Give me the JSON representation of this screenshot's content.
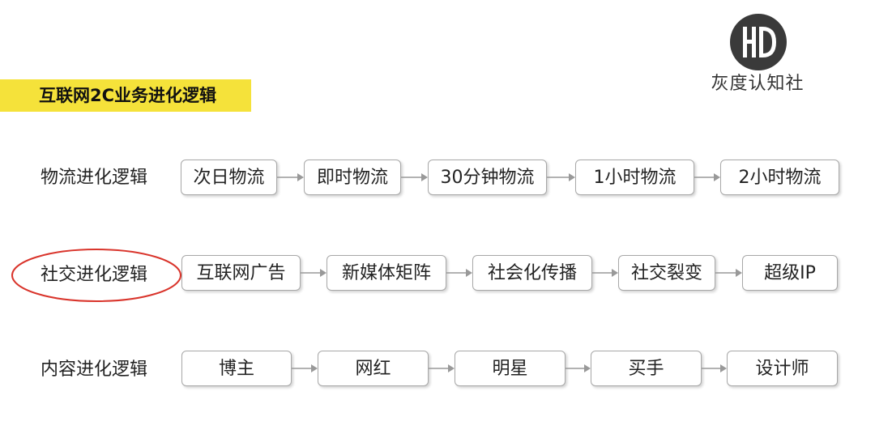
{
  "header": {
    "title": "互联网2C业务进化逻辑"
  },
  "logo": {
    "text": "灰度认知社",
    "icon": "hd-monogram-logo"
  },
  "colors": {
    "title_highlight": "#f5e23a",
    "circle_annotation": "#d9342b",
    "box_border": "#a8a8a8",
    "arrow": "#999999"
  },
  "rows": [
    {
      "label": "物流进化逻辑",
      "circled": false,
      "nodes": [
        "次日物流",
        "即时物流",
        "30分钟物流",
        "1小时物流",
        "2小时物流"
      ]
    },
    {
      "label": "社交进化逻辑",
      "circled": true,
      "nodes": [
        "互联网广告",
        "新媒体矩阵",
        "社会化传播",
        "社交裂变",
        "超级IP"
      ]
    },
    {
      "label": "内容进化逻辑",
      "circled": false,
      "nodes": [
        "博主",
        "网红",
        "明星",
        "买手",
        "设计师"
      ]
    }
  ]
}
